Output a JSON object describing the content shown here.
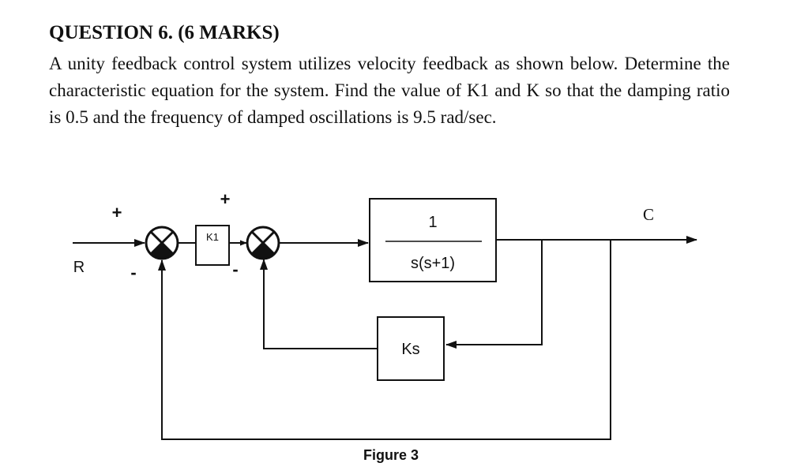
{
  "question": {
    "title": "QUESTION 6. (6 MARKS)",
    "body": "A unity feedback control system utilizes velocity feedback as shown below. Determine the characteristic equation for the system. Find the value of K1 and K so that the damping ratio is 0.5 and the frequency of damped oscillations is 9.5 rad/sec."
  },
  "figure": {
    "caption": "Figure 3",
    "input_label": "R",
    "output_label": "C",
    "sum1_plus": "+",
    "sum1_minus": "-",
    "sum2_plus": "+",
    "sum2_minus": "-",
    "gain_block": "K1",
    "plant_numerator": "1",
    "plant_denominator": "s(s+1)",
    "feedback_block": "Ks"
  }
}
